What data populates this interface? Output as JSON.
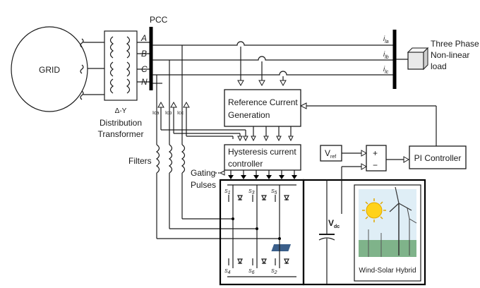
{
  "blocks": {
    "grid": "GRID",
    "pcc": "PCC",
    "transformer_symbol": "Δ-Y",
    "transformer_line1": "Distribution",
    "transformer_line2": "Transformer",
    "filters": "Filters",
    "ref_line1": "Reference Current",
    "ref_line2": "Generation",
    "hyst_line1": "Hysteresis current",
    "hyst_line2": "controller",
    "gating_line1": "Gating",
    "gating_line2": "Pulses",
    "vref": "V",
    "vref_sub": "ref",
    "plus": "+",
    "minus": "−",
    "pi": "PI Controller",
    "load_line1": "Three Phase",
    "load_line2": "Non-linear",
    "load_line3": "load",
    "vdc": "V",
    "vdc_sub": "dc",
    "hybrid": "Wind-Solar Hybrid"
  },
  "phases": [
    "A",
    "B",
    "C",
    "N"
  ],
  "filter_currents": [
    "Ica",
    "Icb",
    "Icc"
  ],
  "load_currents": [
    {
      "main": "i",
      "sub": "la"
    },
    {
      "main": "i",
      "sub": "lb"
    },
    {
      "main": "i",
      "sub": "lc"
    }
  ],
  "switches_top": [
    {
      "main": "S",
      "sub": "1"
    },
    {
      "main": "S",
      "sub": "3"
    },
    {
      "main": "S",
      "sub": "5"
    }
  ],
  "switches_bottom": [
    {
      "main": "S",
      "sub": "4"
    },
    {
      "main": "S",
      "sub": "6"
    },
    {
      "main": "S",
      "sub": "2"
    }
  ]
}
